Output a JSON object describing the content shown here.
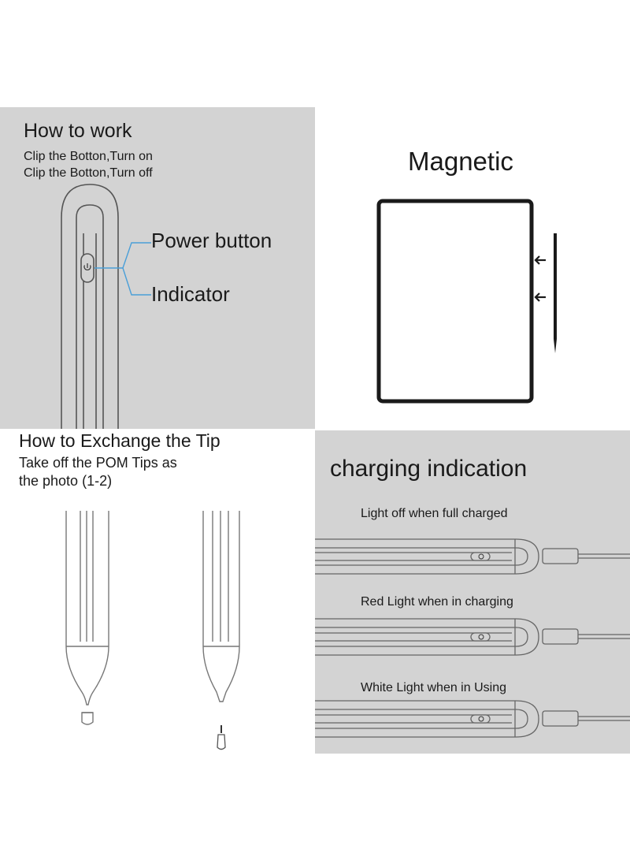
{
  "how_to_work": {
    "title": "How to work",
    "line1": "Clip the Botton,Turn on",
    "line2": "Clip the Botton,Turn off",
    "power_label": "Power button",
    "indicator_label": "Indicator"
  },
  "magnetic": {
    "title": "Magnetic"
  },
  "exchange_tip": {
    "title": "How to Exchange the Tip",
    "line1": "Take off the POM Tips as",
    "line2": "the photo (1-2)"
  },
  "charging": {
    "title": "charging indication",
    "states": [
      {
        "label": "Light off when full charged"
      },
      {
        "label": "Red Light when in charging"
      },
      {
        "label": "White Light when in Using"
      }
    ]
  },
  "colors": {
    "panel_gray": "#d3d3d3",
    "callout_blue": "#4a9fd8",
    "outline": "#555555"
  }
}
